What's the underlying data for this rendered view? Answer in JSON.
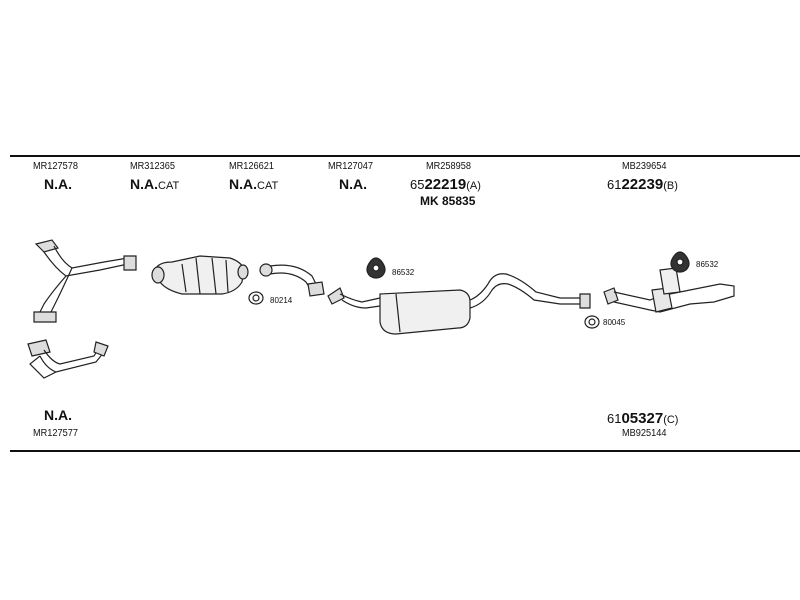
{
  "parts": [
    {
      "code": "MR127578",
      "label": "N.A.",
      "label_suffix": ""
    },
    {
      "code": "MR312365",
      "label": "N.A.",
      "label_suffix": "CAT"
    },
    {
      "code": "MR126621",
      "label": "N.A.",
      "label_suffix": "CAT"
    },
    {
      "code": "MR127047",
      "label": "N.A.",
      "label_suffix": ""
    },
    {
      "code": "MR258958",
      "prefix": "65",
      "number": "22219",
      "suffix": "(A)",
      "extra": "MK 85835"
    },
    {
      "code": "MB239654",
      "prefix": "61",
      "number": "22239",
      "suffix": "(B)"
    }
  ],
  "bottom": {
    "left": {
      "label": "N.A.",
      "code": "MR127577"
    },
    "right": {
      "prefix": "61",
      "number": "05327",
      "suffix": "(C)",
      "code": "MB925144"
    }
  },
  "callouts": {
    "gasket1": "80214",
    "hanger1": "86532",
    "gasket2": "80045",
    "hanger2": "86532"
  }
}
